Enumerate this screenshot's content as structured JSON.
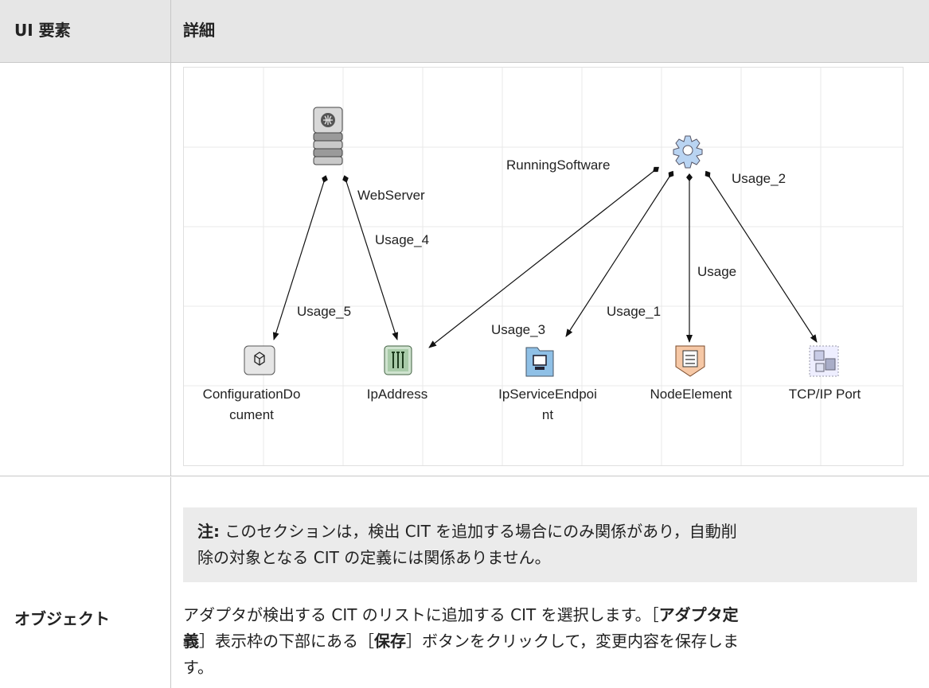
{
  "header": {
    "col1": "UI 要素",
    "col2": "詳細"
  },
  "diagram": {
    "nodes": [
      {
        "id": "ConfigurationDocument",
        "label1": "ConfigurationDo",
        "label2": "cument",
        "icon": "document-cube-icon"
      },
      {
        "id": "IpAddress",
        "label1": "IpAddress",
        "label2": "",
        "icon": "ip-address-icon"
      },
      {
        "id": "IpServiceEndpoint",
        "label1": "IpServiceEndpoi",
        "label2": "nt",
        "icon": "folder-monitor-icon"
      },
      {
        "id": "NodeElement",
        "label1": "NodeElement",
        "label2": "",
        "icon": "node-element-icon"
      },
      {
        "id": "TCPIPPort",
        "label1": "TCP/IP Port",
        "label2": "",
        "icon": "tcp-port-icon"
      },
      {
        "id": "WebServer",
        "label1": "WebServer",
        "label2": "",
        "icon": "web-server-icon"
      },
      {
        "id": "RunningSoftware",
        "label1": "RunningSoftware",
        "label2": "",
        "icon": "gear-icon"
      }
    ],
    "edges": [
      {
        "label": "Usage_5"
      },
      {
        "label": "Usage_4"
      },
      {
        "label": "Usage_2"
      },
      {
        "label": "Usage"
      },
      {
        "label": "Usage_1"
      },
      {
        "label": "Usage_3"
      }
    ]
  },
  "note": {
    "prefix": "注:",
    "line1": " このセクションは，検出 CIT を追加する場合にのみ関係があり，自動削",
    "line2": "除の対象となる CIT の定義には関係ありません。"
  },
  "row2": {
    "label": "オブジェクト",
    "t1": "アダプタが検出する CIT のリストに追加する CIT を選択します。［",
    "b1": "アダプタ定",
    "b1b": "義",
    "t2": "］表示枠の下部にある［",
    "b2": "保存",
    "t3": "］ボタンをクリックして，変更内容を保存しま",
    "t4": "す。"
  }
}
